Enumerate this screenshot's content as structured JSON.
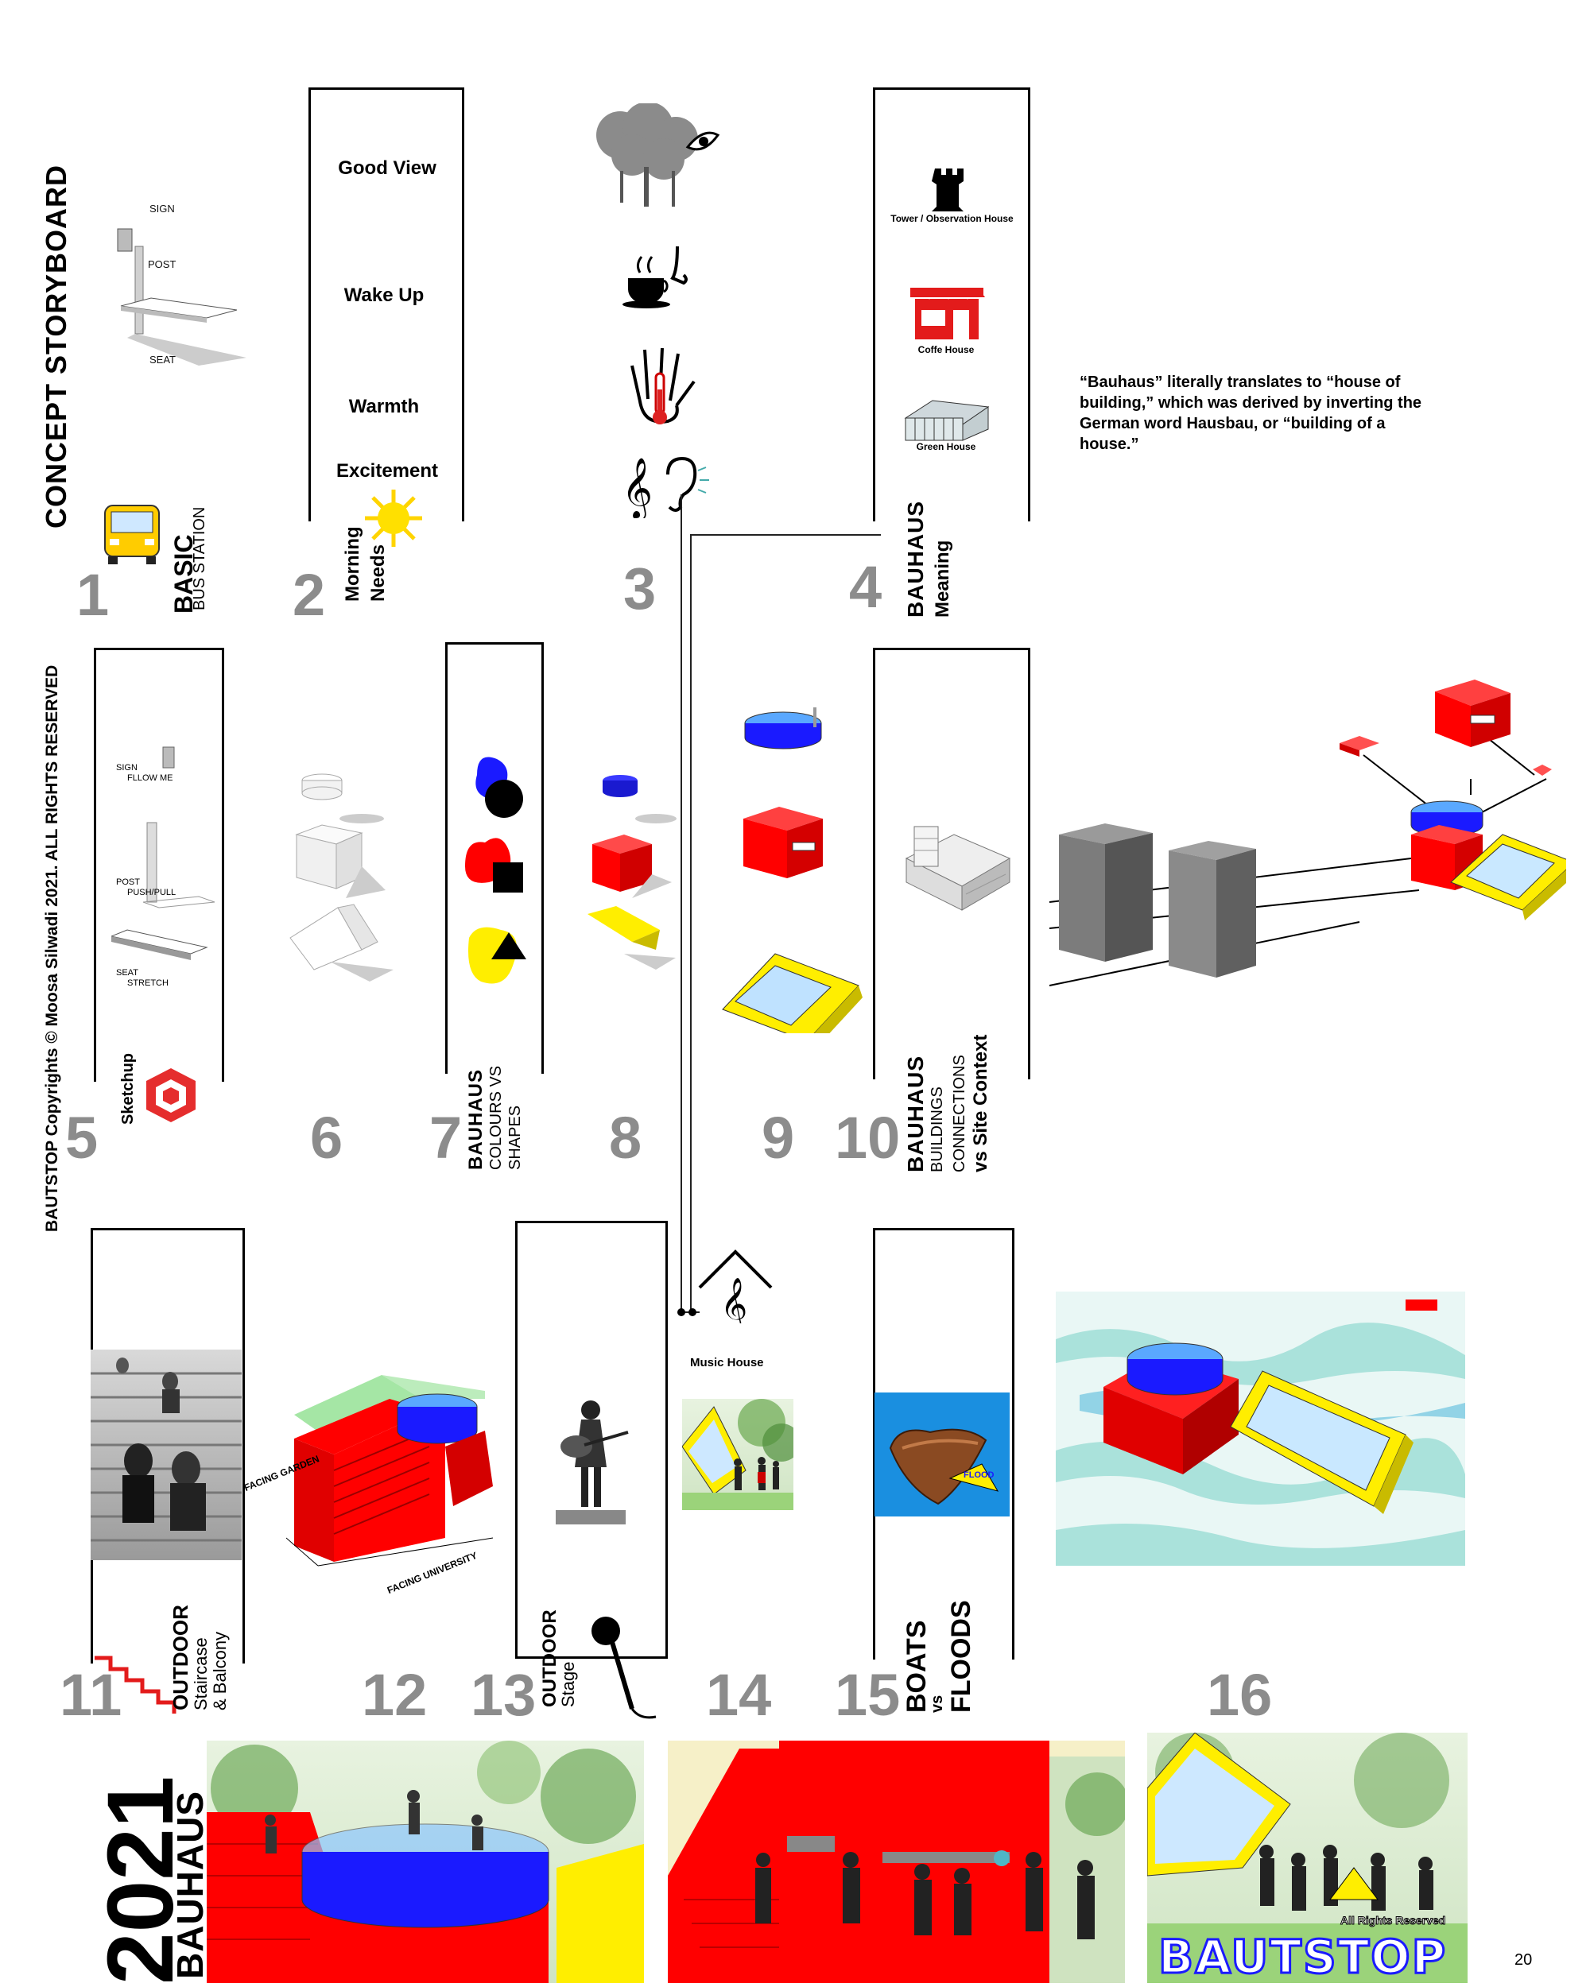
{
  "page": {
    "title": "CONCEPT STORYBOARD",
    "copyright": "BAUTSTOP Copyrights © Moosa Silwadi 2021. ALL RIGHTS RESERVED",
    "page_number": "20",
    "year": "2021",
    "year_label": "BAUHAUS"
  },
  "panel1": {
    "number": "1",
    "title": "BASIC",
    "subtitle": "BUS STATION",
    "labels": {
      "sign": "SIGN",
      "post": "POST",
      "seat": "SEAT"
    }
  },
  "panel2": {
    "number": "2",
    "needs": [
      "Good View",
      "Wake Up",
      "Warmth",
      "Excitement"
    ],
    "caption1": "Morning",
    "caption2": "Needs"
  },
  "panel3": {
    "number": "3"
  },
  "panel4": {
    "number": "4",
    "items": [
      "Tower / Observation House",
      "Coffe House",
      "Green House"
    ],
    "caption1": "BAUHAUS",
    "caption2": "Meaning"
  },
  "quote": "“Bauhaus” literally translates to “house of building,” which was derived by inverting the German word Hausbau, or “building of a house.”",
  "panel5": {
    "number": "5",
    "labels": {
      "sign": "SIGN",
      "sign2": "FLLOW ME",
      "post": "POST",
      "post2": "PUSH/PULL",
      "seat": "SEAT",
      "seat2": "STRETCH"
    },
    "tool": "Sketchup"
  },
  "panel6": {
    "number": "6"
  },
  "panel7": {
    "number": "7",
    "caption1": "BAUHAUS",
    "caption2": "COLOURS VS",
    "caption3": "SHAPES"
  },
  "panel8": {
    "number": "8"
  },
  "panel9": {
    "number": "9"
  },
  "panel10": {
    "number": "10",
    "caption1": "BAUHAUS",
    "caption2": "BUILDINGS",
    "caption3": "CONNECTIONS",
    "caption4": "vs Site Context"
  },
  "panel11": {
    "number": "11",
    "caption1": "OUTDOOR",
    "caption2": "Staircase",
    "caption3": "& Balcony"
  },
  "panel12": {
    "number": "12",
    "labels": {
      "garden": "FACING GARDEN",
      "university": "FACING UNIVERSITY"
    }
  },
  "panel13": {
    "number": "13",
    "caption1": "OUTDOOR",
    "caption2": "Stage"
  },
  "panel14": {
    "number": "14",
    "label": "Music House"
  },
  "panel15": {
    "number": "15",
    "caption1": "BOATS",
    "caption2": "vs",
    "caption3": "FLOODS",
    "badge": "FLOOD"
  },
  "panel16": {
    "number": "16"
  },
  "logo": {
    "text": "BAUTSTOP",
    "rights": "All Rights Reserved"
  },
  "colors": {
    "red": "#ff0000",
    "blue": "#1a1aff",
    "yellow": "#ffee00",
    "gray": "#8c8c8c"
  }
}
